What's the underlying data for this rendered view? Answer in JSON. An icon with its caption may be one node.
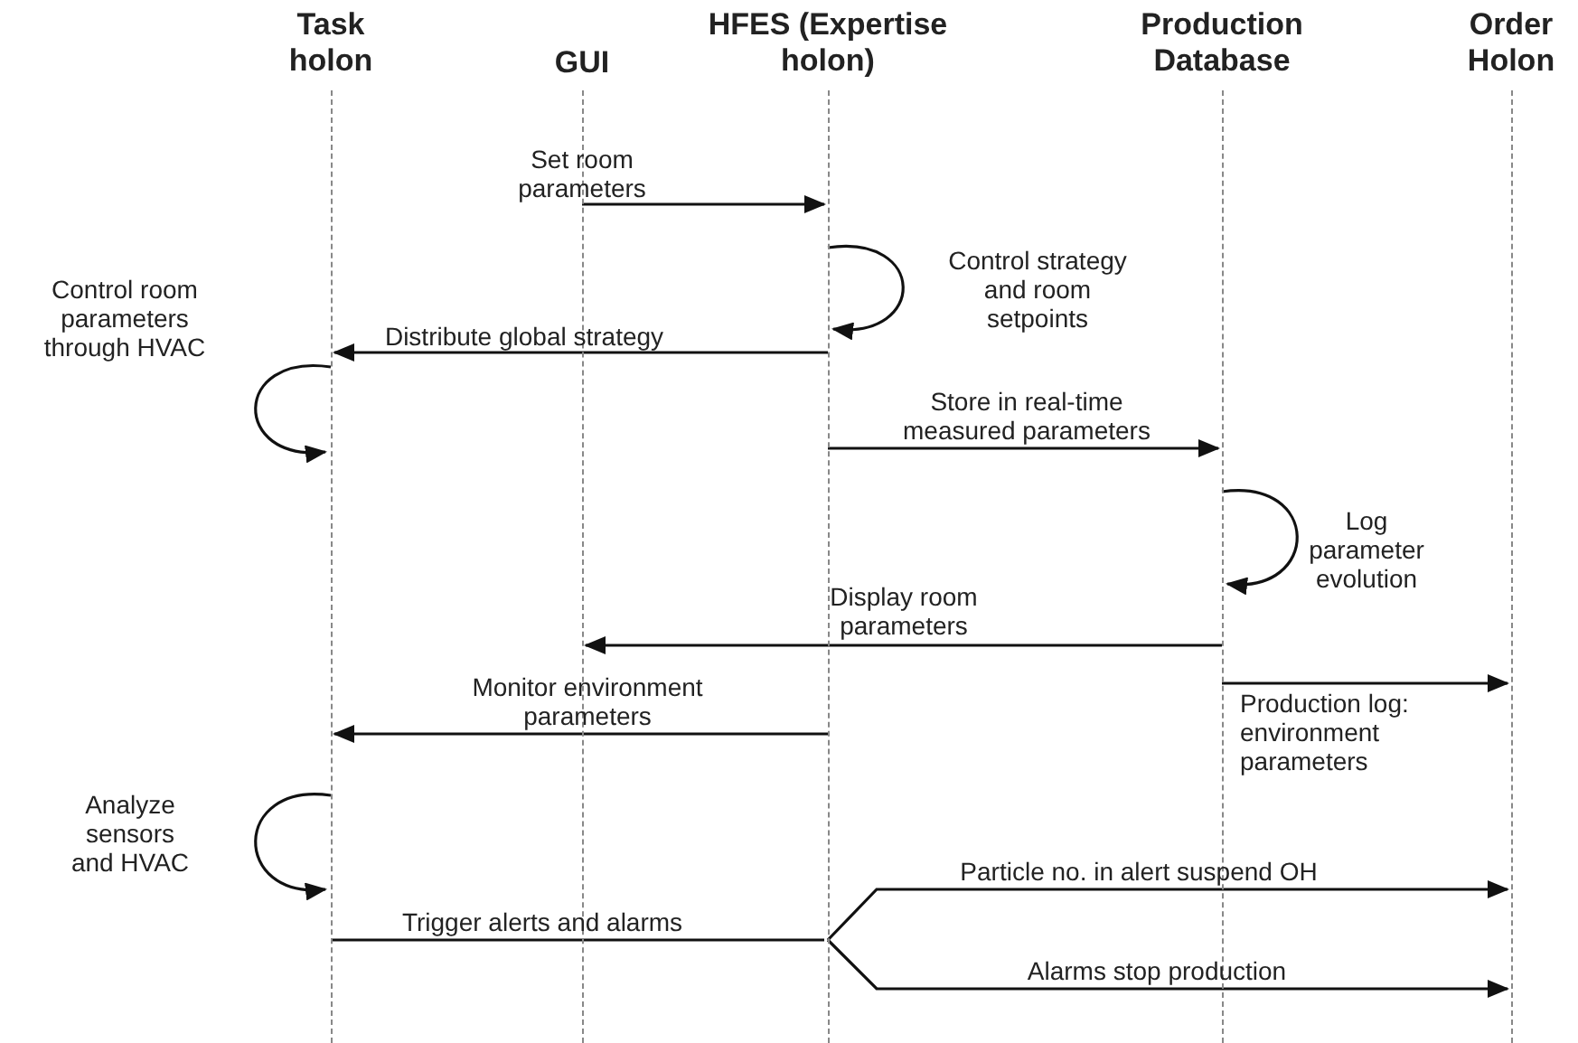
{
  "diagram": {
    "nodes": [
      {
        "text": [
          "Task holon"
        ]
      },
      {
        "text": [
          "GUI"
        ]
      },
      {
        "text": [
          "HFES (Expertise holon)"
        ]
      },
      {
        "text": [
          "Production Database"
        ]
      },
      {
        "text": [
          "Order Holon"
        ]
      }
    ],
    "edges": [
      {
        "from": 1,
        "to": 2,
        "arrow": "to",
        "label": "Set room parameters"
      },
      {
        "from": 2,
        "to": 2,
        "arrow": "to",
        "label": "Control strategy and room setpoints"
      },
      {
        "from": 2,
        "to": 0,
        "arrow": "to",
        "label": "Distribute global strategy"
      },
      {
        "from": 0,
        "to": 0,
        "arrow": "to",
        "label": "Control room parameters through HVAC"
      },
      {
        "from": 2,
        "to": 3,
        "arrow": "to",
        "label": "Store in real-time measured parameters"
      },
      {
        "from": 3,
        "to": 3,
        "arrow": "to",
        "label": "Log parameter evolution"
      },
      {
        "from": 3,
        "to": 1,
        "arrow": "to",
        "label": "Display room parameters"
      },
      {
        "from": 3,
        "to": 4,
        "arrow": "to",
        "label": "Production log: environment parameters"
      },
      {
        "from": 2,
        "to": 0,
        "arrow": "to",
        "label": "Monitor environment parameters"
      },
      {
        "from": 0,
        "to": 0,
        "arrow": "to",
        "label": "Analyze sensors and HVAC"
      },
      {
        "from": 0,
        "to": 2,
        "arrow": "none",
        "label": "Trigger alerts and alarms"
      },
      {
        "from": 2,
        "to": 4,
        "arrow": "to",
        "label": "Particle no. in alert suspend OH"
      },
      {
        "from": 2,
        "to": 4,
        "arrow": "to",
        "label": "Alarms stop production"
      }
    ]
  }
}
